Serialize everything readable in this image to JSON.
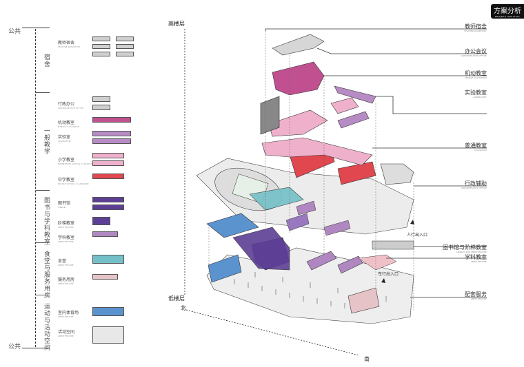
{
  "badge": {
    "title": "方案分析",
    "subtitle": "PROJECT ANALYSIS"
  },
  "legend": {
    "public_top": "公共",
    "public_bottom": "公共",
    "categories": [
      "宿舍",
      "一般教学",
      "图书与学科教室",
      "食堂与服务用房",
      "运动与活动空间"
    ],
    "items": [
      {
        "label": "教师宿舍",
        "sub": "TEACHER DORMITORY",
        "color": "#cfcfcf"
      },
      {
        "label": "行政办公",
        "sub": "ADMINISTRATIVE OFFICE",
        "color": "#cfcfcf"
      },
      {
        "label": "机动教室",
        "sub": "MOBILE CLASSROOM",
        "color": "#c0508f"
      },
      {
        "label": "实验室",
        "sub": "LABORATORY",
        "color": "#b78bc4"
      },
      {
        "label": "小学教室",
        "sub": "ELEMENTARY SCHOOL CLASSROOM",
        "color": "#eeb0cb"
      },
      {
        "label": "中学教室",
        "sub": "MIDDLE SCHOOL CLASSROOM",
        "color": "#e0474f"
      },
      {
        "label": "图书馆",
        "sub": "LIBRARY",
        "color": "#5d3f95"
      },
      {
        "label": "阶梯教室",
        "sub": "AMPHITHEATRE",
        "color": "#5d3f95"
      },
      {
        "label": "学科教室",
        "sub": "AMPHITHEATRE",
        "color": "#b087c0"
      },
      {
        "label": "食堂",
        "sub": "AMPHITHEATRE",
        "color": "#74c0c8"
      },
      {
        "label": "服务用房",
        "sub": "AMPHITHEATRE",
        "color": "#e5c3c6"
      },
      {
        "label": "室内体育场",
        "sub": "AMPHITHEATRE",
        "color": "#5b93cf"
      },
      {
        "label": "活动空间",
        "sub": "AMPHITHEATRE",
        "color": "#e8e8e8"
      }
    ]
  },
  "axis": {
    "high": "高楼层",
    "low": "低楼层",
    "north": "北",
    "south": "南"
  },
  "entrances": {
    "pedestrian": "人行出入口",
    "vehicle": "车行出入口"
  },
  "callouts": [
    {
      "label": "教师宿舍",
      "sub": "TEACHER DORMITORY"
    },
    {
      "label": "办公会议",
      "sub": "ADMINISTRATIVE OFFICE"
    },
    {
      "label": "机动教室",
      "sub": "MOBILE CLASSROOM"
    },
    {
      "label": "实验教室",
      "sub": "LABORATORY"
    },
    {
      "label": "普通教室",
      "sub": "CLASSROOM"
    },
    {
      "label": "行政辅助",
      "sub": "ADMINISTRATIVE OFFICE"
    },
    {
      "label": "图书馆与阶梯教室",
      "sub": "LIBRARY AND AMPHITHEATRE"
    },
    {
      "label": "学科教室",
      "sub": "AMPHITHEATRE"
    },
    {
      "label": "配套服务",
      "sub": "AMPHITHEATRE"
    }
  ]
}
